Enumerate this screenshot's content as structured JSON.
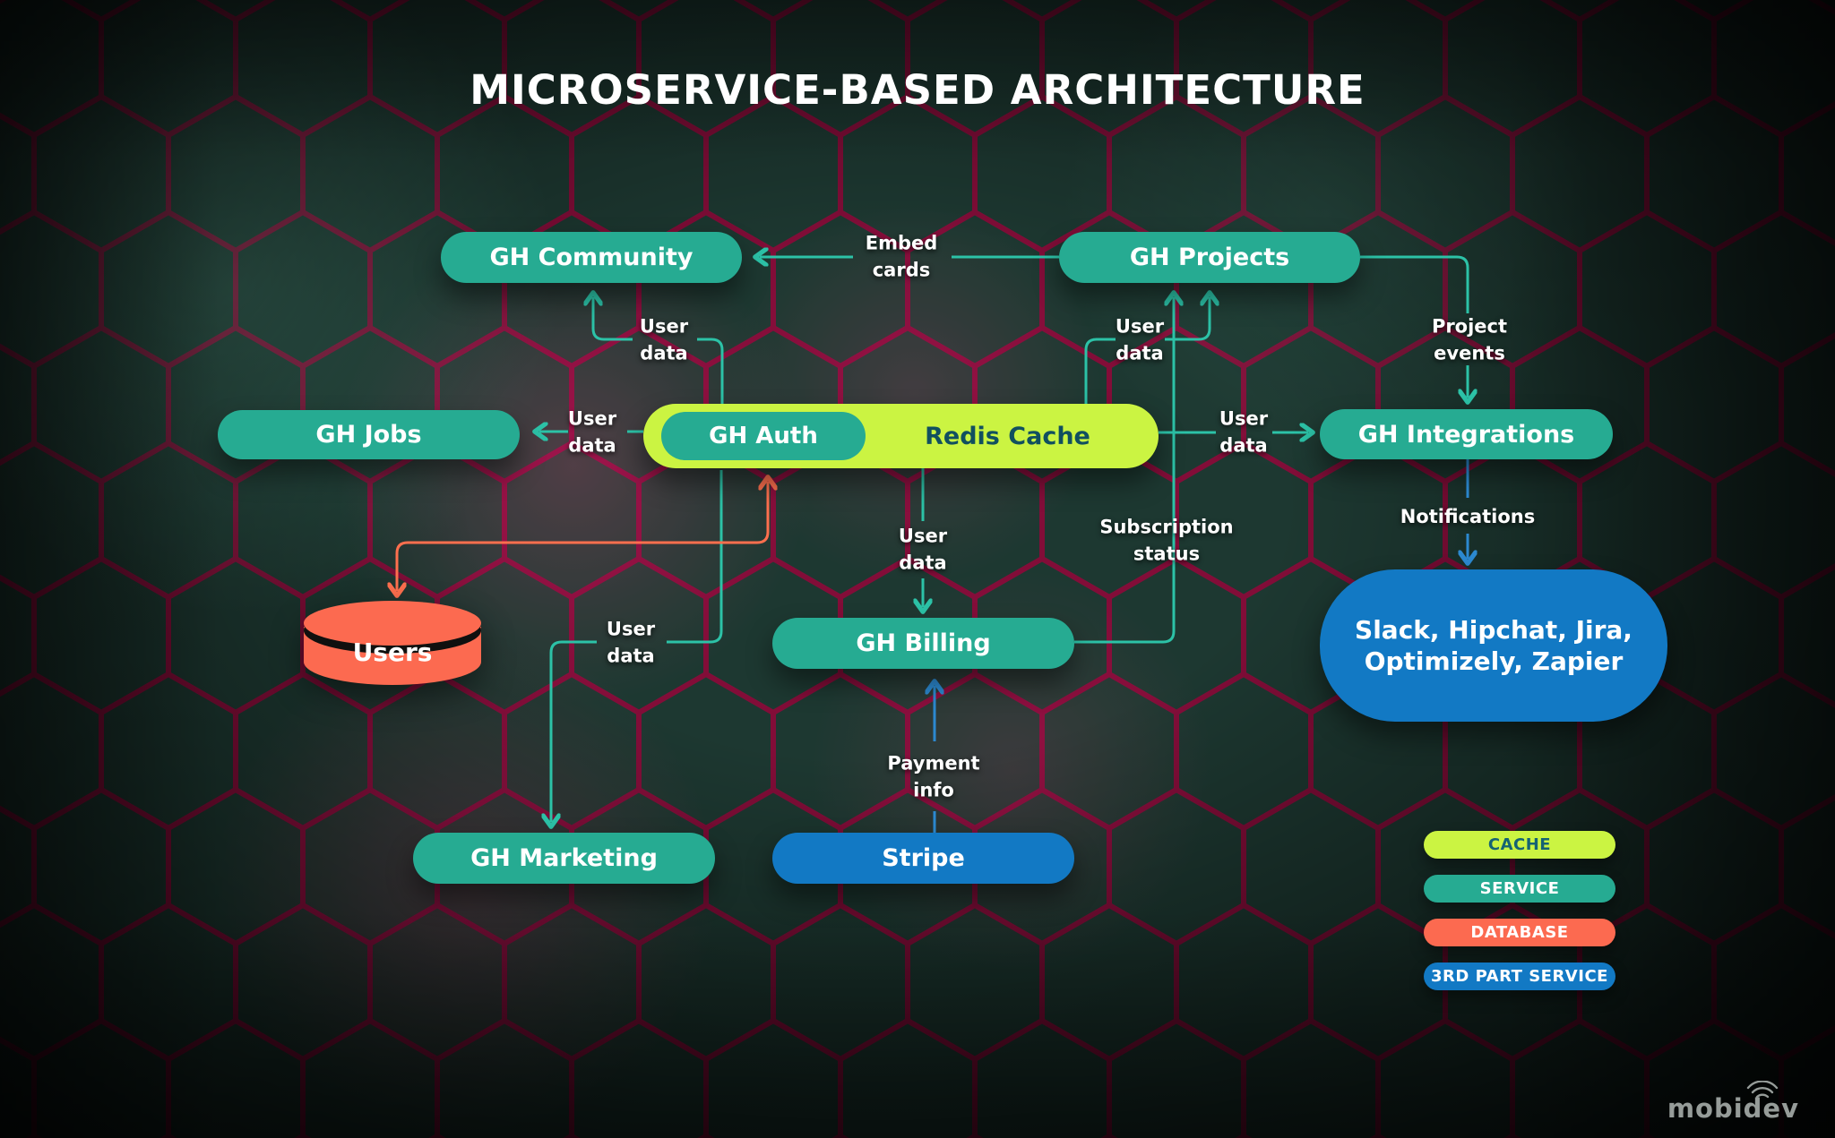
{
  "title": "MICROSERVICE-BASED ARCHITECTURE",
  "nodes": {
    "community": {
      "label": "GH Community",
      "type": "service"
    },
    "projects": {
      "label": "GH Projects",
      "type": "service"
    },
    "jobs": {
      "label": "GH Jobs",
      "type": "service"
    },
    "redis": {
      "label": "Redis Cache",
      "type": "cache"
    },
    "auth": {
      "label": "GH Auth",
      "type": "service"
    },
    "integrations": {
      "label": "GH Integrations",
      "type": "service"
    },
    "slack": {
      "label": "Slack, Hipchat, Jira, Optimizely, Zapier",
      "type": "third-party"
    },
    "users": {
      "label": "Users",
      "type": "database"
    },
    "billing": {
      "label": "GH Billing",
      "type": "service"
    },
    "marketing": {
      "label": "GH Marketing",
      "type": "service"
    },
    "stripe": {
      "label": "Stripe",
      "type": "third-party"
    }
  },
  "edge_labels": {
    "embed_cards": "Embed cards",
    "user_data_community": "User data",
    "user_data_jobs": "User data",
    "user_data_projects": "User data",
    "user_data_integrations": "User data",
    "user_data_billing": "User data",
    "user_data_marketing": "User data",
    "subscription_status": "Subscription status",
    "project_events": "Project events",
    "notifications": "Notifications",
    "payment_info": "Payment info"
  },
  "legend": [
    {
      "label": "CACHE",
      "type": "cache"
    },
    {
      "label": "SERVICE",
      "type": "service"
    },
    {
      "label": "DATABASE",
      "type": "database"
    },
    {
      "label": "3RD PART SERVICE",
      "type": "third-party"
    }
  ],
  "watermark": "mobidev",
  "colors": {
    "service_teal": "#26ab92",
    "cache_lime": "#cbf442",
    "database_coral": "#fc6a50",
    "third_party_blue": "#1279c4",
    "line_teal": "#2cc2a7",
    "line_orange": "#fd6f4e",
    "line_blue": "#2c89d0",
    "text_light": "#ffffff",
    "text_dark_teal": "#11505f",
    "hex_fill": "#1d3831",
    "hex_stroke": "#820d38"
  }
}
